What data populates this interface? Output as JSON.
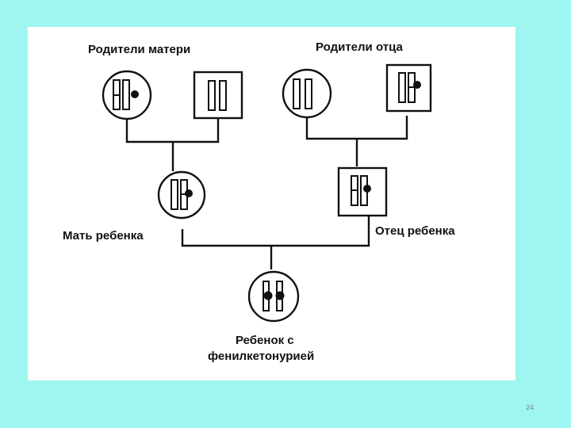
{
  "labels": {
    "maternal_grandparents": "Родители матери",
    "paternal_grandparents": "Родители отца",
    "mother": "Мать ребенка",
    "father": "Отец ребенка",
    "child_line1": "Ребенок с",
    "child_line2": "фенилкетонурией"
  },
  "slide_number": "24",
  "colors": {
    "background": "#9ff5ef",
    "panel": "#ffffff",
    "ink": "#111111"
  }
}
